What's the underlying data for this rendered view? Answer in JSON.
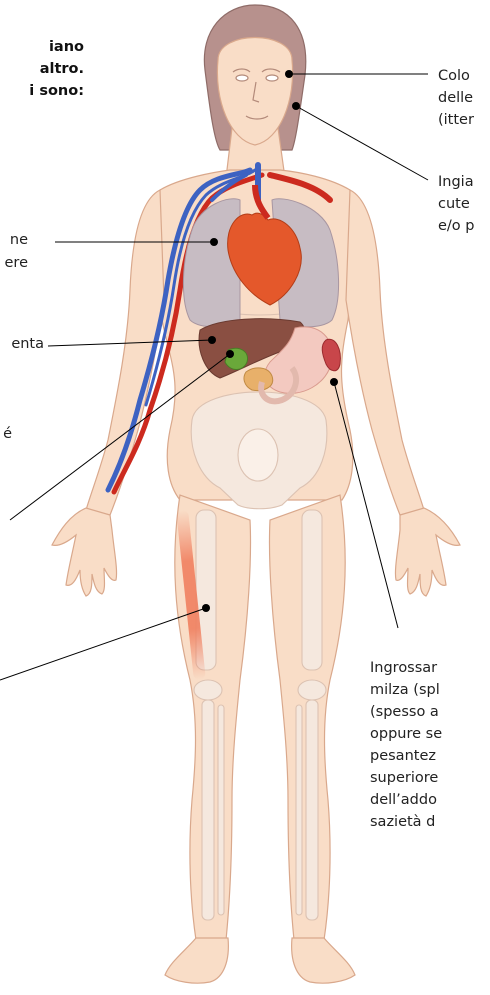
{
  "intro_lines": [
    "iano",
    "altro.",
    "i sono:"
  ],
  "labels": {
    "eye_color": [
      "Colo",
      "delle",
      "(itter"
    ],
    "skin": [
      "Ingia",
      "cute",
      "e/o p"
    ],
    "lungs": [
      "ne",
      "ere"
    ],
    "liver": [
      "enta"
    ],
    "gallbladder": [
      "é"
    ],
    "spleen": [
      "Ingrossar",
      "milza (spl",
      "(spesso a",
      "oppure se",
      "pesantez",
      "superiore",
      "dell’addo",
      "sazietà d"
    ]
  },
  "colors": {
    "skin": "#f9ddc7",
    "skin_outline": "#d9a88c",
    "bone": "#f5e8de",
    "artery": "#cc2a1e",
    "vein": "#3d62c2",
    "lung": "#c7bcc3",
    "heart": "#e4582b",
    "liver": "#8a4f42",
    "stomach": "#f3c9c0",
    "spleen": "#c8464a",
    "gallbladder": "#6aa83a",
    "pancreas": "#e8b06a",
    "leader_line": "#000000",
    "leg_highlight": "#f08060"
  },
  "icons": {
    "body": "human-female-anatomy",
    "dot": "pointer-dot"
  }
}
